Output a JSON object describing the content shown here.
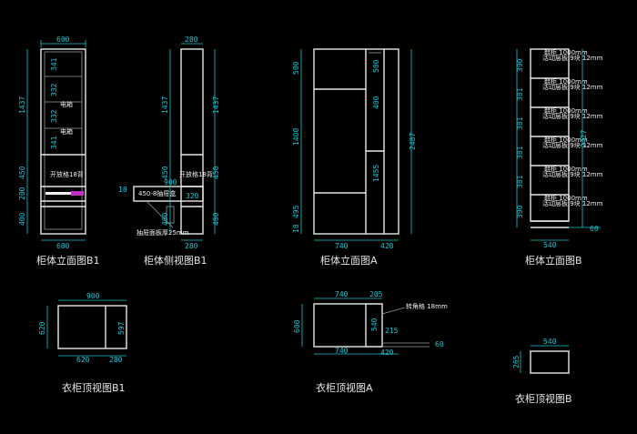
{
  "titles": {
    "elev_b1": "柜体立面图B1",
    "side_b1": "柜体侧视图B1",
    "elev_a": "柜体立面图A",
    "elev_b": "柜体立面图B",
    "top_b1": "衣柜顶视图B1",
    "top_a": "衣柜顶视图A",
    "top_b": "衣柜顶视图B"
  },
  "notes": {
    "open_cell": "开放格18背",
    "open_cell_side": "开放格18背",
    "electric": "电箱",
    "drawer": "450-8抽屉盒",
    "shelf_note": "抽屉面板厚25mm",
    "corner_note": "转角格 18mm",
    "shoe_shelf": "鞋柜 1000mm",
    "shoe_shelf_sub": "活动层板 9块 12mm"
  },
  "dims": {
    "elev_b1": {
      "top": "600",
      "bottom": "600",
      "left": [
        "1437",
        "450",
        "200",
        "400"
      ],
      "inner": [
        "341",
        "332",
        "332",
        "341"
      ]
    },
    "side_b1": {
      "top": "280",
      "bottom": "280",
      "left": [
        "1437",
        "450",
        "400"
      ],
      "right": [
        "1437",
        "450",
        "400"
      ],
      "drawer": [
        "900",
        "320"
      ],
      "small": "18"
    },
    "elev_a": {
      "left": [
        "500",
        "1400",
        "495",
        "18"
      ],
      "inner": [
        "500",
        "400",
        "1455"
      ],
      "right": "2487",
      "bottom": [
        "740",
        "420"
      ]
    },
    "elev_b": {
      "left": [
        "390",
        "381",
        "381",
        "381",
        "381",
        "390"
      ],
      "right": "2427",
      "bottom": "540",
      "extra": "60"
    },
    "top_b1": {
      "top": "900",
      "left": "620",
      "right": "597",
      "bottom": [
        "620",
        "280"
      ]
    },
    "top_a": {
      "top": [
        "740",
        "205"
      ],
      "left": "600",
      "inner": [
        "540",
        "215"
      ],
      "bottom": [
        "740",
        "420"
      ],
      "extra": "60"
    },
    "top_b": {
      "top": "540",
      "left": "265"
    }
  }
}
